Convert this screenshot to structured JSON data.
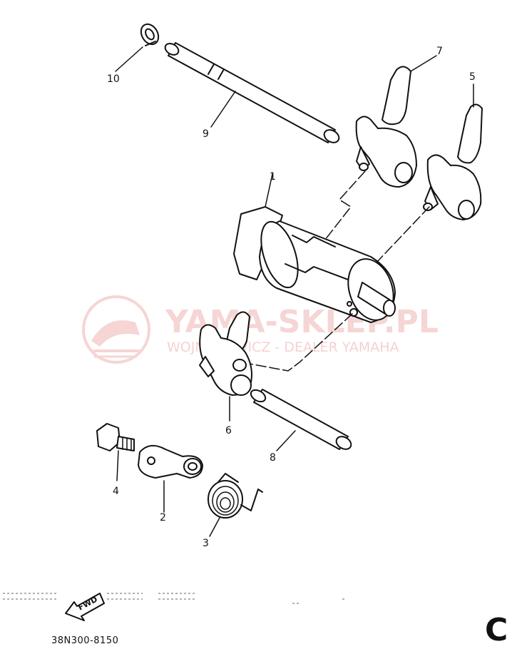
{
  "diagram": {
    "callouts": [
      {
        "id": "1",
        "label": "1"
      },
      {
        "id": "2",
        "label": "2"
      },
      {
        "id": "3",
        "label": "3"
      },
      {
        "id": "4",
        "label": "4"
      },
      {
        "id": "5",
        "label": "5"
      },
      {
        "id": "6",
        "label": "6"
      },
      {
        "id": "7",
        "label": "7"
      },
      {
        "id": "8",
        "label": "8"
      },
      {
        "id": "9",
        "label": "9"
      },
      {
        "id": "10",
        "label": "10"
      }
    ],
    "drawing_code": "38N300-8150",
    "direction_marker": "FWD",
    "corner_letter": "C"
  },
  "watermark": {
    "title": "YAMA-SKLEP.PL",
    "subtitle": "WOJNAROWICZ - DEALER YAMAHA",
    "color": "#e06a6a"
  }
}
